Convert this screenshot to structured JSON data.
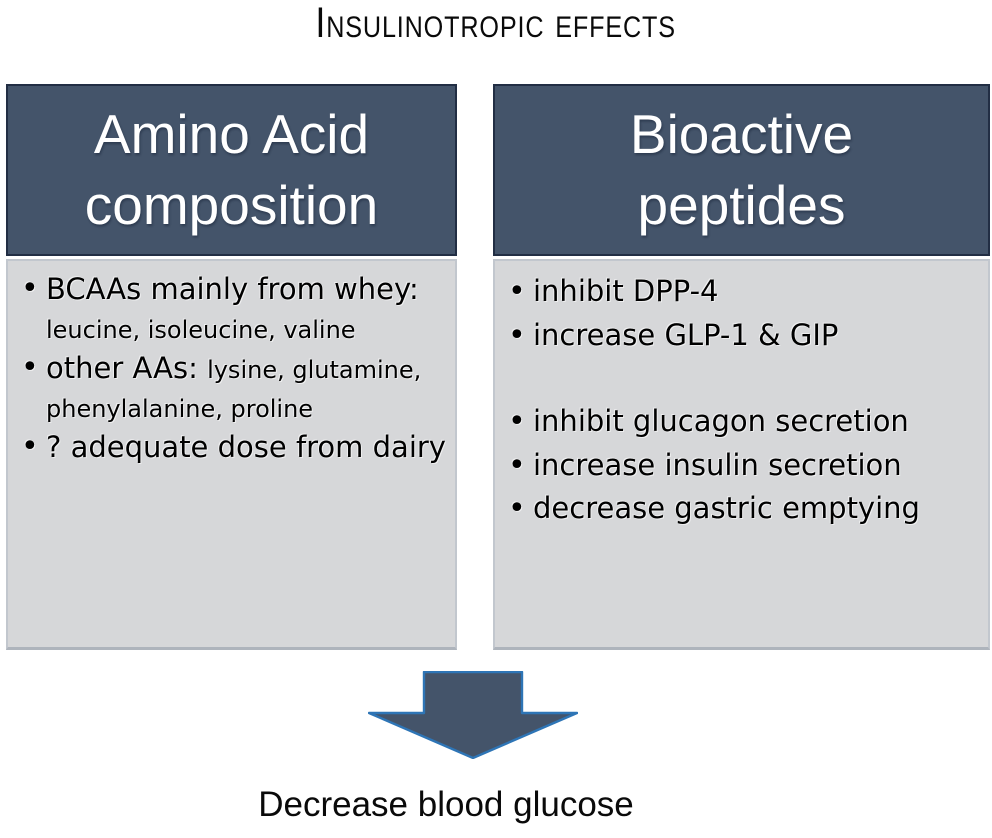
{
  "title": "Insulinotropic effects",
  "boxes": [
    {
      "header": "Amino Acid\ncomposition",
      "bullets": [
        {
          "lead": "BCAAs mainly from whey:",
          "detail": "leucine, isoleucine, valine"
        },
        {
          "lead": "other AAs:",
          "detail": "lysine, glutamine, phenylalanine, proline"
        },
        {
          "lead": "? adequate dose from dairy",
          "detail": ""
        }
      ]
    },
    {
      "header": "Bioactive\npeptides",
      "groups": [
        [
          "inhibit DPP-4",
          "increase GLP-1 & GIP"
        ],
        [
          "inhibit glucagon secretion",
          "increase insulin secretion",
          "decrease gastric emptying"
        ]
      ]
    }
  ],
  "arrow": {
    "name": "down-arrow",
    "fill": "#44546A",
    "stroke": "#2E75B6"
  },
  "caption": "Decrease blood glucose",
  "colors": {
    "header_bg": "#44546A",
    "header_border": "#222E44",
    "body_bg": "#D6D7D9",
    "body_border": "#C2C7CE",
    "title_text": "#0A0A0A"
  }
}
